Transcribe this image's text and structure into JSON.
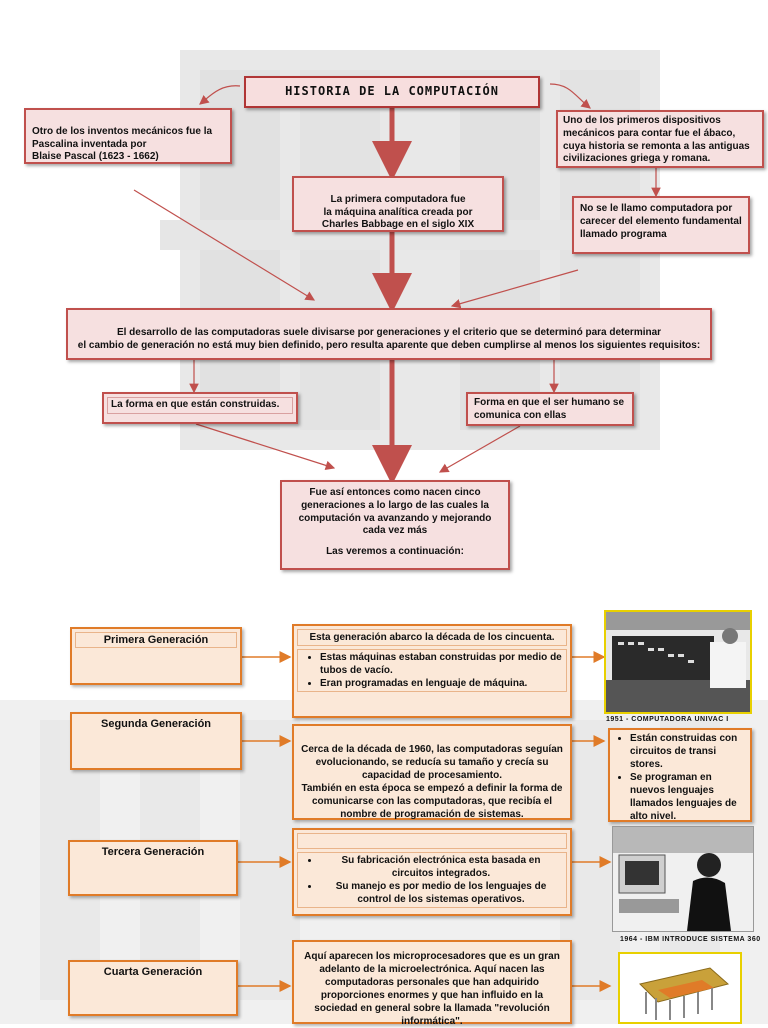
{
  "diagram": {
    "title": "HISTORIA DE LA COMPUTACIÓN",
    "left_note": "Otro de los inventos mecánicos fue la Pascalina inventada por\nBlaise Pascal (1623 - 1662)",
    "right_note": "Uno de los primeros dispositivos mecánicos para contar fue el ábaco, cuya historia se remonta a las antiguas civilizaciones griega y romana.",
    "first_computer": "La primera computadora fue\nla máquina analítica creada por\nCharles Babbage en el siglo XIX",
    "not_computer": "No se le llamo computadora por carecer del elemento fundamental llamado programa",
    "generations_intro": "El desarrollo de las computadoras suele divisarse por generaciones y el criterio que se determinó para determinar\nel cambio de generación no está muy bien definido, pero resulta aparente que deben cumplirse al menos los siguientes requisitos:",
    "req_construction": "La forma en que están construidas.",
    "req_human": "Forma en que el ser humano se comunica con ellas",
    "conclusion": "Fue así entonces como nacen cinco generaciones a lo largo de las cuales la computación va avanzando y mejorando cada vez más",
    "conclusion_next": "Las veremos a continuación:"
  },
  "generations": [
    {
      "label": "Primera Generación",
      "text": "Esta generación abarco la década de los cincuenta.",
      "bullets": [
        "Estas máquinas estaban construidas por medio de tubos de vacío.",
        "Eran programadas en lenguaje de máquina."
      ],
      "image_caption": "1951 - COMPUTADORA UNIVAC I",
      "image_icon": "univac-computer-photo"
    },
    {
      "label": "Segunda Generación",
      "text": "Cerca de la década de 1960, las computadoras seguían evolucionando, se reducía su tamaño y crecía su capacidad de procesamiento.\nTambién en esta época se empezó a definir la forma de comunicarse con las computadoras, que recibía el nombre de programación de sistemas.",
      "side_bullets": [
        "Están construidas con circuitos de transi stores.",
        "Se programan en nuevos lenguajes llamados lenguajes de alto nivel."
      ]
    },
    {
      "label": "Tercera Generación",
      "bullets": [
        "Su fabricación electrónica esta basada en circuitos integrados.",
        "Su manejo es por medio de los lenguajes de control de los sistemas operativos."
      ],
      "image_caption": "1964 - IBM INTRODUCE SISTEMA 360",
      "image_icon": "ibm-360-operator-photo"
    },
    {
      "label": "Cuarta Generación",
      "text": "Aquí aparecen los microprocesadores que es un gran adelanto de la microelectrónica. Aquí nacen las computadoras personales que han adquirido proporciones enormes y que han influido en la sociedad en general sobre la llamada \"revolución informática\".",
      "image_icon": "microprocessor-chip-photo"
    }
  ],
  "colors": {
    "top_box_fill": "#f6e0e0",
    "top_box_border": "#c0504d",
    "generation_fill": "#fbe8d8",
    "generation_border": "#e07b28",
    "connector_red": "#c0504d",
    "connector_orange": "#e07b28"
  }
}
